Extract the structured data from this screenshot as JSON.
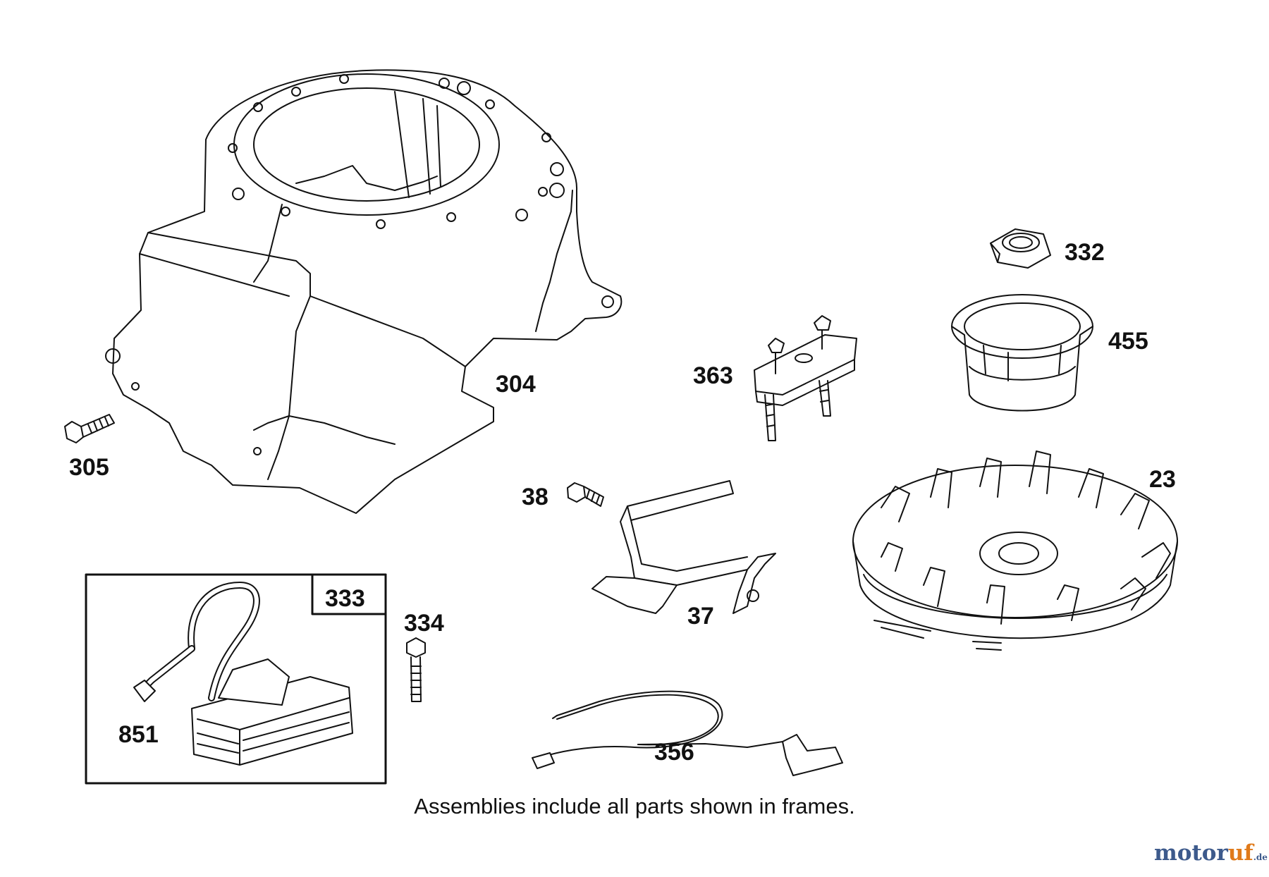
{
  "labels": {
    "p304": "304",
    "p305": "305",
    "p332": "332",
    "p455": "455",
    "p363": "363",
    "p23": "23",
    "p38": "38",
    "p37": "37",
    "p333": "333",
    "p334": "334",
    "p851": "851",
    "p356": "356"
  },
  "caption": "Assemblies include all parts shown in frames.",
  "watermark": {
    "part1": "motor",
    "part2": "uf",
    "part3": ".de"
  },
  "colors": {
    "line": "#111111",
    "watermark_blue": "#3d5a8c",
    "watermark_orange": "#e07a1a"
  }
}
